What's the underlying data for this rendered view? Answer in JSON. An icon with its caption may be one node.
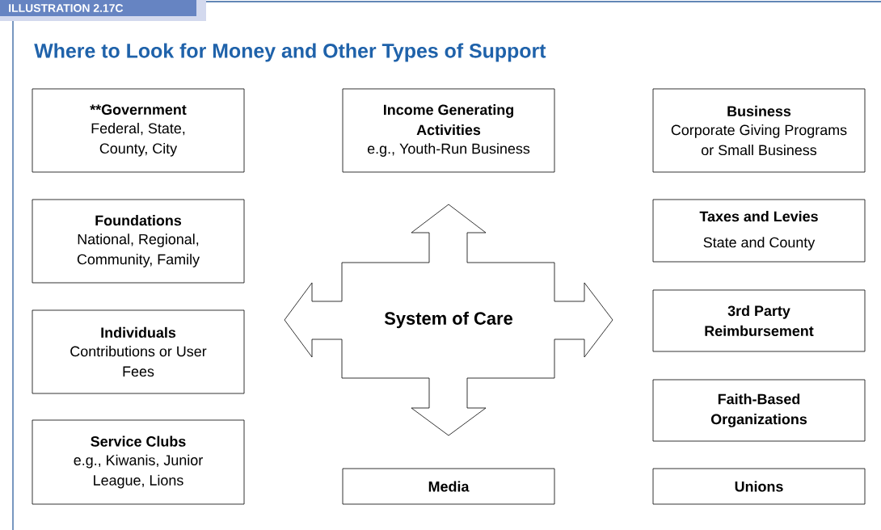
{
  "diagram": {
    "title": "Where to Look for Money and Other Types of Support",
    "nodes": [
      {
        "text": [
          "**Government",
          "Federal, State, County, City"
        ]
      },
      {
        "text": [
          "Income Generating Activities",
          "e.g., Youth-Run Business"
        ]
      },
      {
        "text": [
          "Business",
          "Corporate Giving Programs or Small Business"
        ]
      },
      {
        "text": [
          "Foundations",
          "National, Regional, Community, Family"
        ]
      },
      {
        "text": [
          "Taxes and Levies",
          "State and County"
        ]
      },
      {
        "text": [
          "System of Care"
        ]
      },
      {
        "text": [
          "Individuals",
          "Contributions or User Fees"
        ]
      },
      {
        "text": [
          "3rd Party Reimbursement"
        ]
      },
      {
        "text": [
          "Service Clubs",
          "e.g., Kiwanis, Junior League, Lions"
        ]
      },
      {
        "text": [
          "Faith-Based Organizations"
        ]
      },
      {
        "text": [
          "Media"
        ]
      },
      {
        "text": [
          "Unions"
        ]
      }
    ],
    "labels": [
      "ILLUSTRATION 2.17C"
    ]
  }
}
